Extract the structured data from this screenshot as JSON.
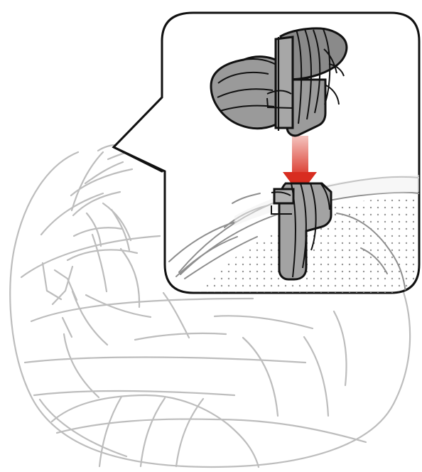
{
  "image": {
    "domain": "diagram",
    "subject": "helmet-clip-mount-illustration",
    "colors": {
      "helmet_outline": "#bdbdbd",
      "callout_outline": "#111111",
      "clip_fill": "#9a9a9a",
      "clip_shadow": "#6f6f6f",
      "arrow_top": "#f3b8b3",
      "arrow_bottom": "#d62d20"
    },
    "icons": [
      "helmet-illustration",
      "callout-box",
      "mounting-clip",
      "down-arrow"
    ]
  }
}
